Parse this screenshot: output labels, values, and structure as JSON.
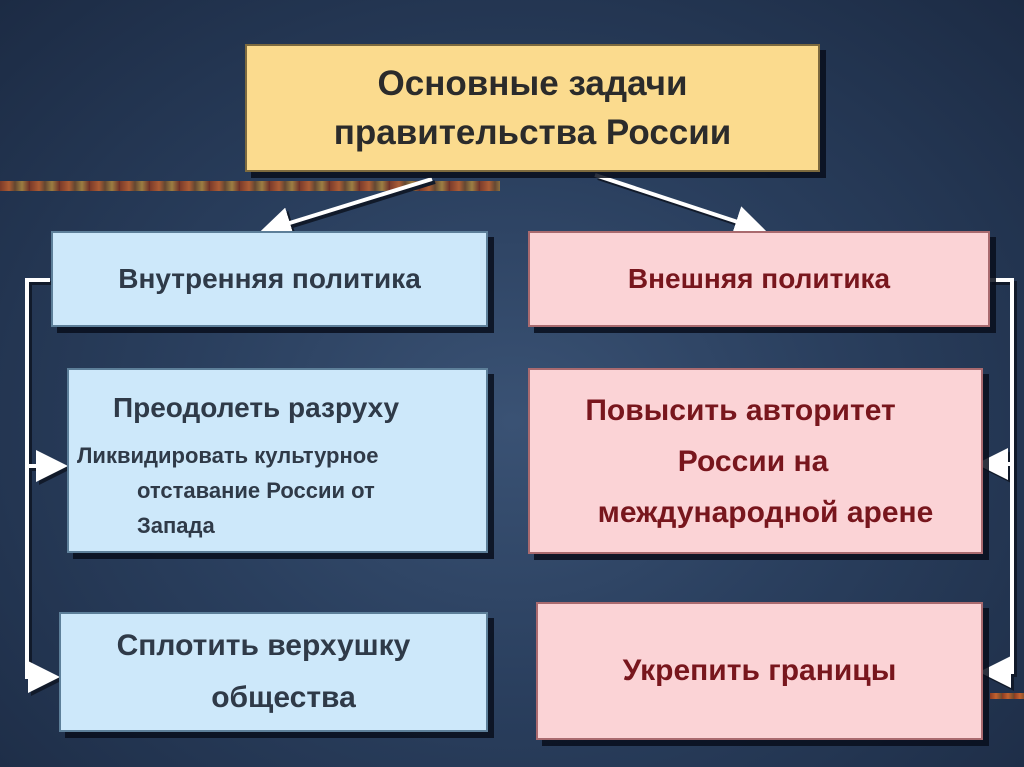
{
  "title": {
    "line1": "Основные задачи",
    "line2": "правительства России"
  },
  "domestic": {
    "heading": "Внутренняя политика",
    "task1": "Преодолеть разруху",
    "task2_line1": "Ликвидировать культурное",
    "task2_line2": "отставание  России от",
    "task2_line3": "Запада",
    "task3_line1": "Сплотить верхушку",
    "task3_line2": "общества"
  },
  "foreign": {
    "heading": "Внешняя политика",
    "task1_line1": "Повысить авторитет",
    "task1_line2": "России на",
    "task1_line3": "международной арене",
    "task2": "Укрепить границы"
  },
  "colors": {
    "background": "#2a3f5e",
    "title_fill": "#fbdb8e",
    "domestic_fill": "#cde8fa",
    "foreign_fill": "#fbd3d6",
    "foreign_text": "#78161d",
    "arrow": "#ffffff"
  }
}
